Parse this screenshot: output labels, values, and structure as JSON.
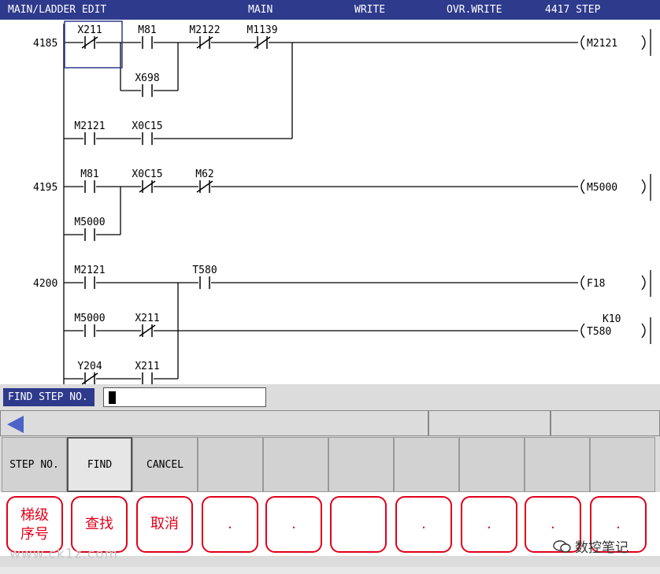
{
  "header": {
    "mode": "MAIN/LADDER EDIT",
    "program": "MAIN",
    "write": "WRITE",
    "ovr_write": "OVR.WRITE",
    "step_count": "4417 STEP"
  },
  "ladder": {
    "rungs": [
      {
        "step": "4185",
        "coil": "M2121"
      },
      {
        "step": "4195",
        "coil": "M5000"
      },
      {
        "step": "4200",
        "coil": "F18"
      },
      {
        "step": "",
        "coil": "T580",
        "constant": "K10"
      }
    ],
    "contacts": [
      {
        "id": "X211",
        "type": "nc"
      },
      {
        "id": "M81",
        "type": "no"
      },
      {
        "id": "M2122",
        "type": "nc"
      },
      {
        "id": "M1139",
        "type": "nc"
      },
      {
        "id": "X698",
        "type": "no"
      },
      {
        "id": "M2121",
        "type": "no"
      },
      {
        "id": "X0C15",
        "type": "no"
      },
      {
        "id": "M81",
        "type": "no"
      },
      {
        "id": "X0C15",
        "type": "nc"
      },
      {
        "id": "M62",
        "type": "nc"
      },
      {
        "id": "M5000",
        "type": "no"
      },
      {
        "id": "M2121",
        "type": "no"
      },
      {
        "id": "T580",
        "type": "no"
      },
      {
        "id": "M5000",
        "type": "no"
      },
      {
        "id": "X211",
        "type": "nc"
      },
      {
        "id": "Y204",
        "type": "nc"
      },
      {
        "id": "X211",
        "type": "no"
      }
    ]
  },
  "find": {
    "label": "FIND STEP NO.",
    "value": ""
  },
  "softkeys": [
    "STEP NO.",
    "FIND",
    "CANCEL",
    "",
    "",
    "",
    "",
    "",
    "",
    ""
  ],
  "annotations": {
    "k1": "梯级 序号",
    "k2": "查找",
    "k3": "取消",
    "k4": ".",
    "k5": ".",
    "k6": "",
    "k7": ".",
    "k8": ".",
    "k9": ".",
    "k10": "."
  },
  "watermark": "www.ck1z.com",
  "brand": "数控笔记",
  "colors": {
    "header_bg": "#2e3a8c",
    "annotation": "#e2001a",
    "cursor_box": "#2e3a8c"
  }
}
